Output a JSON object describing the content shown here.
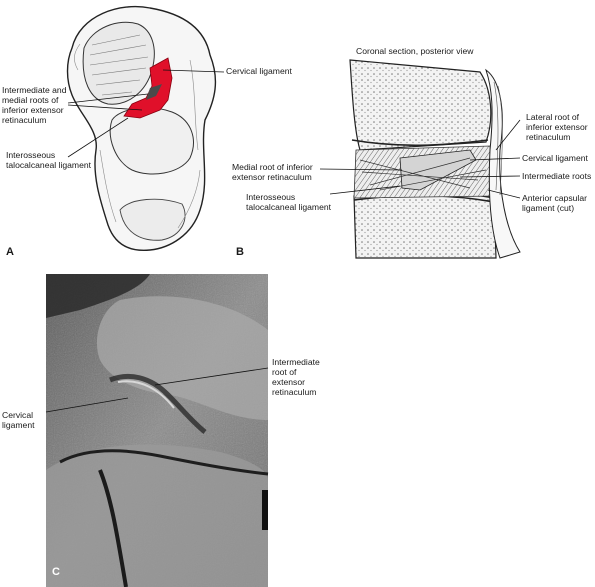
{
  "panels": {
    "a": "A",
    "b": "B",
    "c": "C"
  },
  "panel_a": {
    "cervical": "Cervical ligament",
    "intermediate": [
      "Intermediate and",
      "medial roots of",
      "inferior extensor",
      "retinaculum"
    ],
    "interosseous": [
      "Interosseous",
      "talocalcaneal ligament"
    ]
  },
  "panel_b": {
    "title": "Coronal section, posterior view",
    "lateral_root": [
      "Lateral root of",
      "inferior extensor",
      "retinaculum"
    ],
    "cervical": "Cervical ligament",
    "intermediate_roots": "Intermediate roots",
    "anterior_capsular": [
      "Anterior capsular",
      "ligament (cut)"
    ],
    "medial_root": [
      "Medial root of inferior",
      "extensor retinaculum"
    ],
    "interosseous": [
      "Interosseous",
      "talocalcaneal ligament"
    ]
  },
  "panel_c": {
    "intermediate_root": [
      "Intermediate",
      "root of",
      "extensor",
      "retinaculum"
    ],
    "cervical": [
      "Cervical",
      "ligament"
    ]
  },
  "colors": {
    "ligament_red": "#e0102a",
    "mri_dark": "#2a2a2a"
  }
}
